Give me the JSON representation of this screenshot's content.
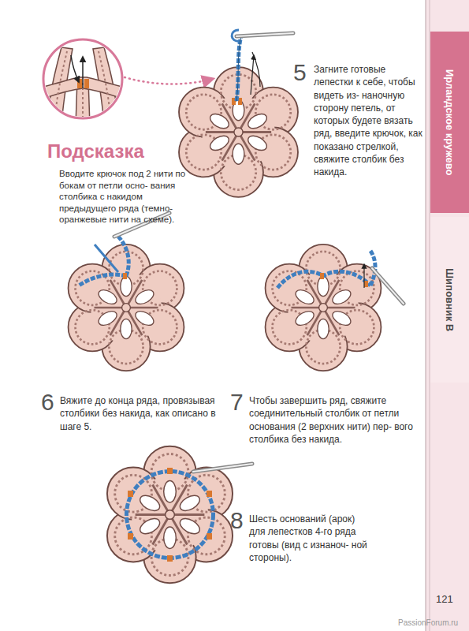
{
  "diagram": {
    "nodes": [
      {
        "text": [
          "Ирландское кружево"
        ]
      },
      {
        "text": [
          "Шиповник В"
        ]
      }
    ],
    "labels": [
      "Подсказка",
      "Вводите крючок под 2 нити по бокам от петли осно- вания столбика с накидом предыдущего ряда (темно- оранжевые нити на схеме).",
      "5",
      "Загните готовые лепестки к себе, чтобы видеть из- наночную сторону петель, от которых будете вязать ряд, введите крючок, как показано стрелкой, свяжите столбик без накида.",
      "6",
      "Вяжите до конца ряда, провязывая столбики без накида, как описано в шаге 5.",
      "7",
      "Чтобы завершить ряд, свяжите соединительный столбик от петли основания (2 верхних нити) пер- вого столбика без накида.",
      "8",
      "Шесть оснований (арок) для лепестков 4-го ряда готовы (вид с изнаноч- ной стороны).",
      "121",
      "PassionForum.ru"
    ]
  }
}
